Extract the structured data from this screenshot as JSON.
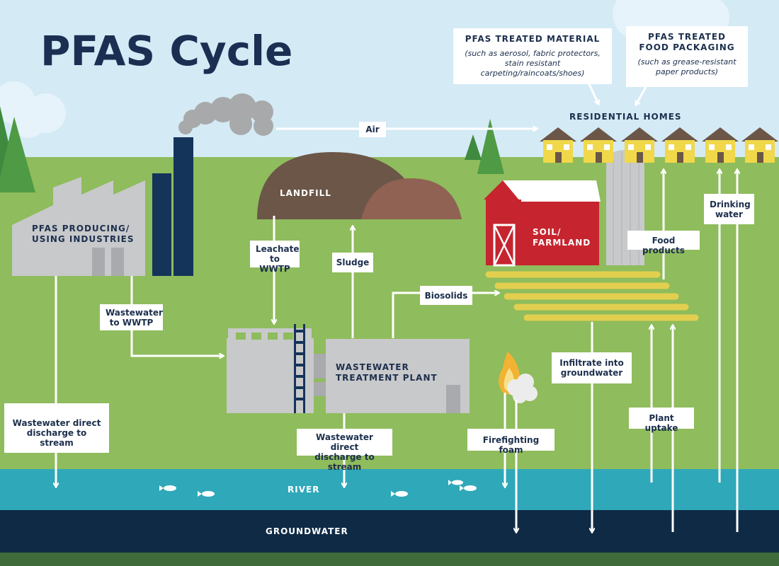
{
  "title": "PFAS Cycle",
  "boxes": {
    "treated_material": {
      "heading": "PFAS TREATED MATERIAL",
      "sub": "(such as aerosol, fabric protectors, stain resistant carpeting/raincoats/shoes)"
    },
    "treated_packaging": {
      "heading": "PFAS TREATED FOOD PACKAGING",
      "sub": "(such as grease-resistant paper products)"
    }
  },
  "labels": {
    "residential_homes": "RESIDENTIAL HOMES",
    "air": "Air",
    "landfill": "LANDFILL",
    "industries": [
      "PFAS PRODUCING/",
      "USING INDUSTRIES"
    ],
    "soil": [
      "SOIL/",
      "FARMLAND"
    ],
    "wwtp": [
      "WASTEWATER",
      "TREATMENT PLANT"
    ],
    "leachate": [
      "Leachate",
      "to WWTP"
    ],
    "sludge": "Sludge",
    "biosolids": "Biosolids",
    "wastewater_to_wwtp": [
      "Wastewater",
      "to WWTP"
    ],
    "direct_discharge_1": [
      "Wastewater direct",
      "discharge to stream"
    ],
    "direct_discharge_2": [
      "Wastewater direct",
      "discharge to stream"
    ],
    "firefighting": "Firefighting foam",
    "infiltrate": [
      "Infiltrate into",
      "groundwater"
    ],
    "plant_uptake": "Plant uptake",
    "food_products": "Food products",
    "drinking_water": [
      "Drinking",
      "water"
    ],
    "river": "RIVER",
    "groundwater": "GROUNDWATER"
  },
  "colors": {
    "sky": "#d4eaf5",
    "grass": "#8fbc5c",
    "river": "#2fa8b9",
    "groundwater": "#0f2a45",
    "factory": "#c8c9cb",
    "smokestack": "#14345a",
    "landfill_dark": "#6b5648",
    "landfill_light": "#8f6253",
    "barn": "#c6242f",
    "crops": "#e3cf4f",
    "house": "#f0d84a",
    "title": "#1b2f52"
  }
}
